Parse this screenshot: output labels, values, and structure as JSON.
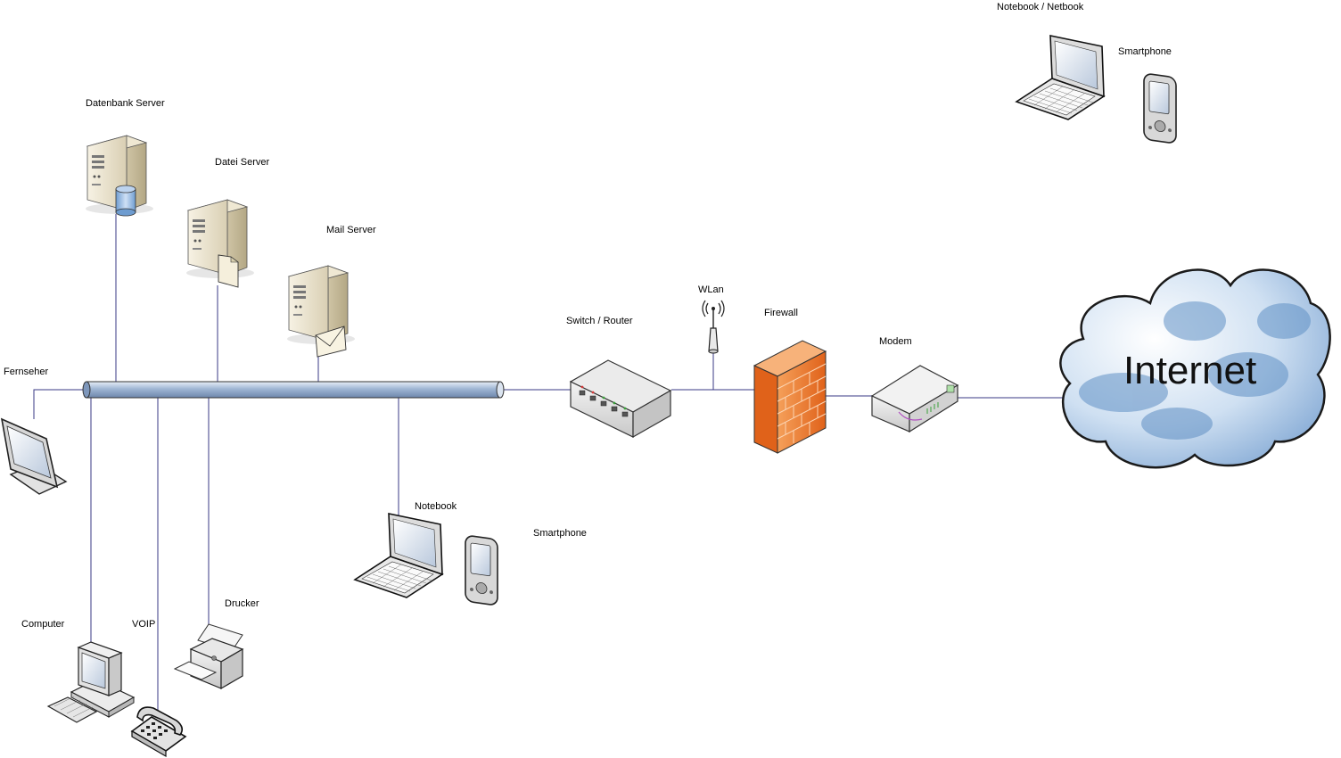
{
  "labels": {
    "db_server": "Datenbank Server",
    "file_server": "Datei Server",
    "mail_server": "Mail Server",
    "tv": "Fernseher",
    "switch_router": "Switch / Router",
    "wlan": "WLan",
    "firewall": "Firewall",
    "modem": "Modem",
    "internet": "Internet",
    "notebook": "Notebook",
    "smartphone": "Smartphone",
    "computer": "Computer",
    "voip": "VOIP",
    "printer": "Drucker",
    "wifi_notebook": "Notebook / Netbook",
    "wifi_smartphone": "Smartphone"
  },
  "colors": {
    "backbone": "#9fb6d4",
    "wire": "#3a3a86",
    "firewall": "#f07a2a",
    "cloud": "#5f8fc4",
    "server": "#e7dfc9"
  },
  "icons": {
    "db_server": "server-database-icon",
    "file_server": "server-file-icon",
    "mail_server": "server-mail-icon",
    "tv": "monitor-icon",
    "switch_router": "switch-icon",
    "wlan": "antenna-icon",
    "firewall": "brick-wall-icon",
    "modem": "modem-icon",
    "internet": "cloud-icon",
    "notebook": "laptop-icon",
    "smartphone": "pda-icon",
    "computer": "desktop-computer-icon",
    "voip": "telephone-icon",
    "printer": "printer-icon"
  }
}
